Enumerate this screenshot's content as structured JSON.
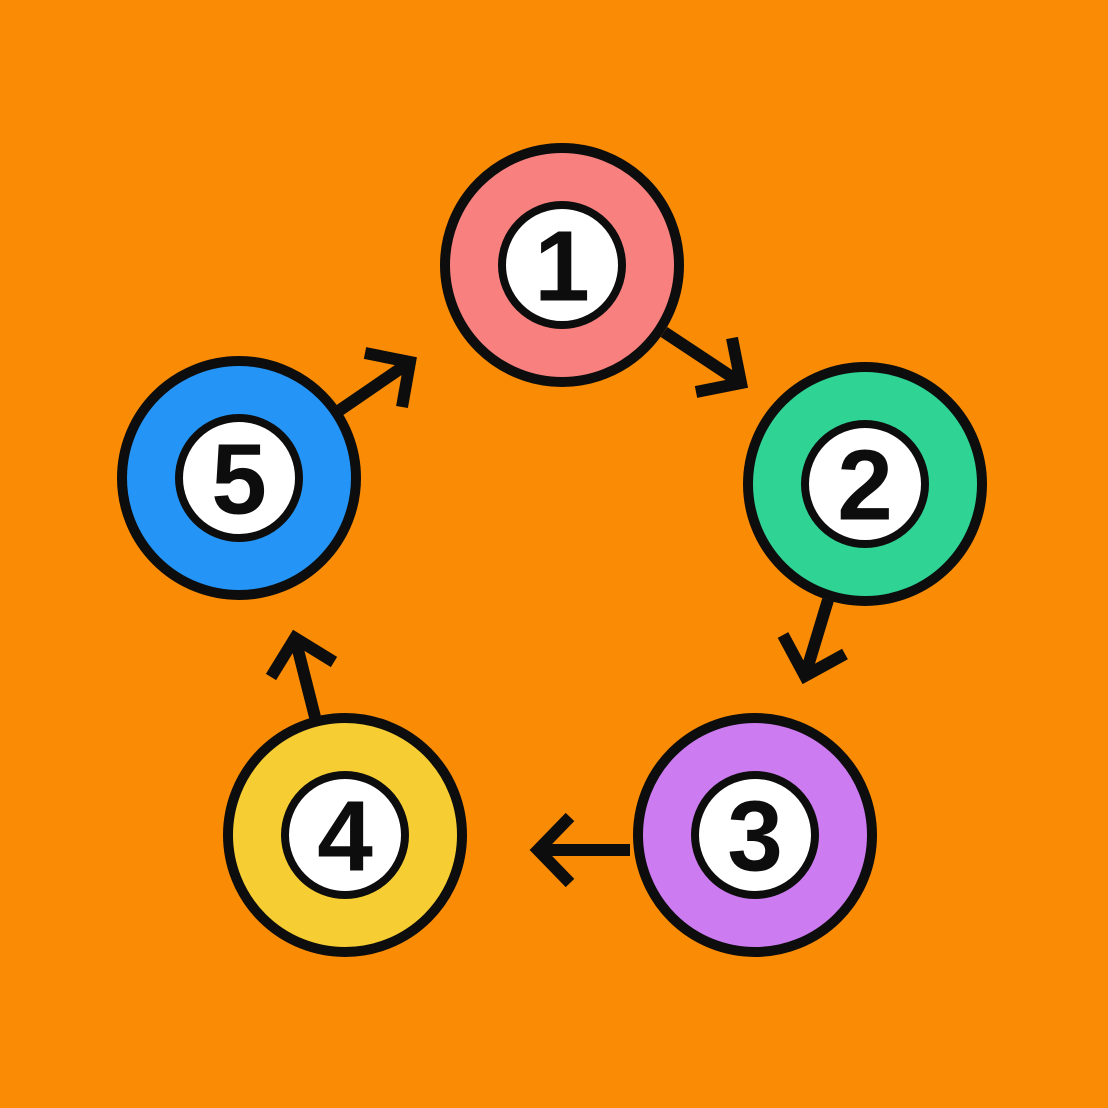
{
  "theme": {
    "background": "#FA8C05",
    "line": "#0D0D0D",
    "inner-fill": "#FFFFFF",
    "label": "#0D0D0D"
  },
  "diagram": {
    "type": "cycle",
    "direction": "clockwise",
    "nodes": [
      {
        "id": "step-1",
        "label": "1",
        "color": "#F8807F",
        "position": "top"
      },
      {
        "id": "step-2",
        "label": "2",
        "color": "#2FD394",
        "position": "right"
      },
      {
        "id": "step-3",
        "label": "3",
        "color": "#CC7BF0",
        "position": "bottom-right"
      },
      {
        "id": "step-4",
        "label": "4",
        "color": "#F6CE33",
        "position": "bottom-left"
      },
      {
        "id": "step-5",
        "label": "5",
        "color": "#2495F6",
        "position": "left"
      }
    ],
    "edges": [
      {
        "from": "1",
        "to": "2"
      },
      {
        "from": "2",
        "to": "3"
      },
      {
        "from": "3",
        "to": "4"
      },
      {
        "from": "4",
        "to": "5"
      },
      {
        "from": "5",
        "to": "1"
      }
    ]
  }
}
